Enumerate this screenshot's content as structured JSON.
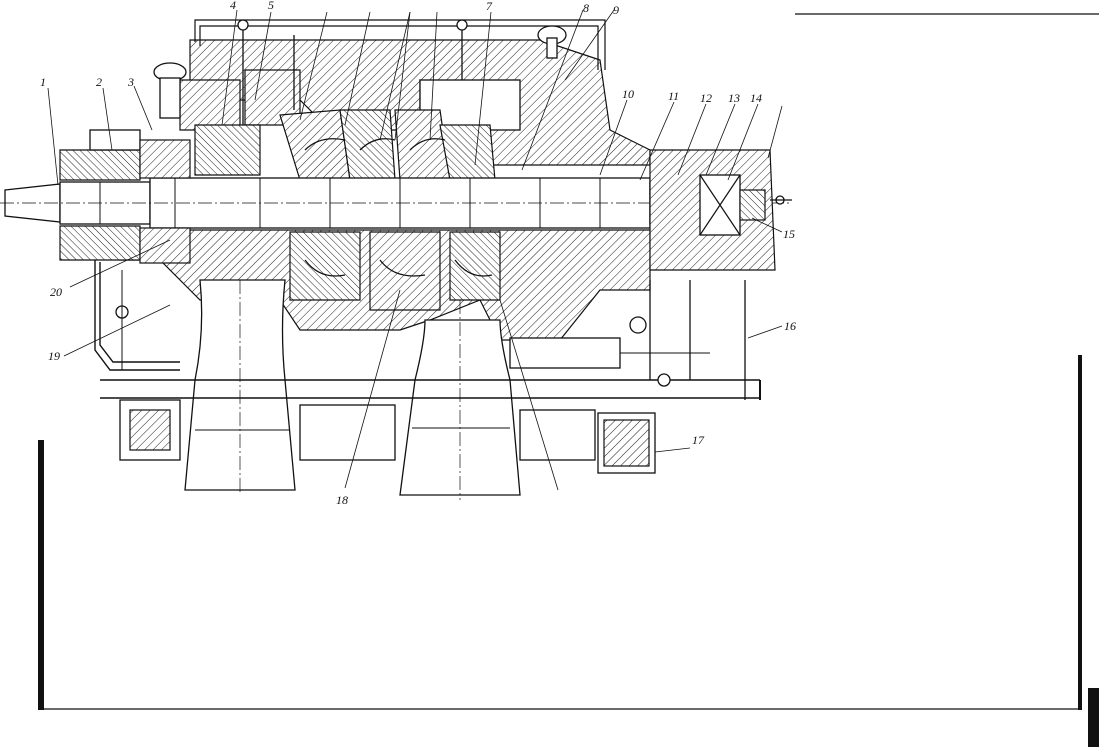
{
  "figure": {
    "callouts": [
      {
        "id": "c1",
        "text": "1"
      },
      {
        "id": "c2",
        "text": "2"
      },
      {
        "id": "c3",
        "text": "3"
      },
      {
        "id": "c4",
        "text": "4"
      },
      {
        "id": "c5",
        "text": "5"
      },
      {
        "id": "c7",
        "text": "7"
      },
      {
        "id": "c8",
        "text": "8"
      },
      {
        "id": "c9",
        "text": "9"
      },
      {
        "id": "c10",
        "text": "10"
      },
      {
        "id": "c11",
        "text": "11"
      },
      {
        "id": "c12",
        "text": "12"
      },
      {
        "id": "c13",
        "text": "13"
      },
      {
        "id": "c14",
        "text": "14"
      },
      {
        "id": "c15",
        "text": "15"
      },
      {
        "id": "c16",
        "text": "16"
      },
      {
        "id": "c17",
        "text": "17"
      },
      {
        "id": "c18",
        "text": "18"
      },
      {
        "id": "c19",
        "text": "19"
      },
      {
        "id": "c20",
        "text": "20"
      }
    ]
  }
}
